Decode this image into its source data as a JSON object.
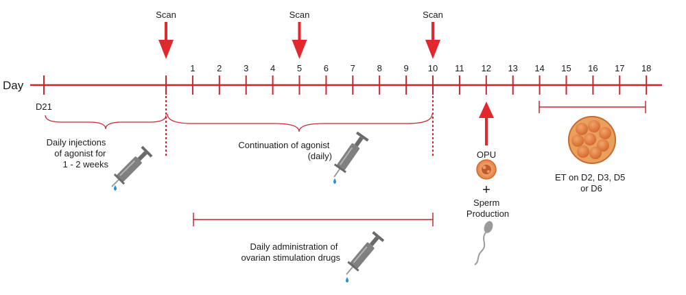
{
  "timeline": {
    "axis_label": "Day",
    "start_label": "D21",
    "day_labels": [
      "1",
      "2",
      "3",
      "4",
      "5",
      "6",
      "7",
      "8",
      "9",
      "10",
      "11",
      "12",
      "13",
      "14",
      "15",
      "16",
      "17",
      "18"
    ],
    "scan_label": "Scan",
    "scan_days": [
      0,
      5,
      10
    ]
  },
  "phases": {
    "injections": [
      "Daily injections",
      "of agonist for",
      "1 - 2 weeks"
    ],
    "continuation": [
      "Continuation of agonist",
      "(daily)"
    ],
    "stimulation": [
      "Daily administration of",
      "ovarian stimulation drugs"
    ],
    "opu": "OPU",
    "plus": "+",
    "sperm": [
      "Sperm",
      "Production"
    ],
    "et": [
      "ET on D2, D3, D5",
      "or D6"
    ]
  },
  "colors": {
    "timeline": "#c8252d",
    "arrow": "#e0282e",
    "syringe": "#7d7d7d",
    "drop": "#2f8fd0",
    "embryo": "#e07a3a"
  }
}
